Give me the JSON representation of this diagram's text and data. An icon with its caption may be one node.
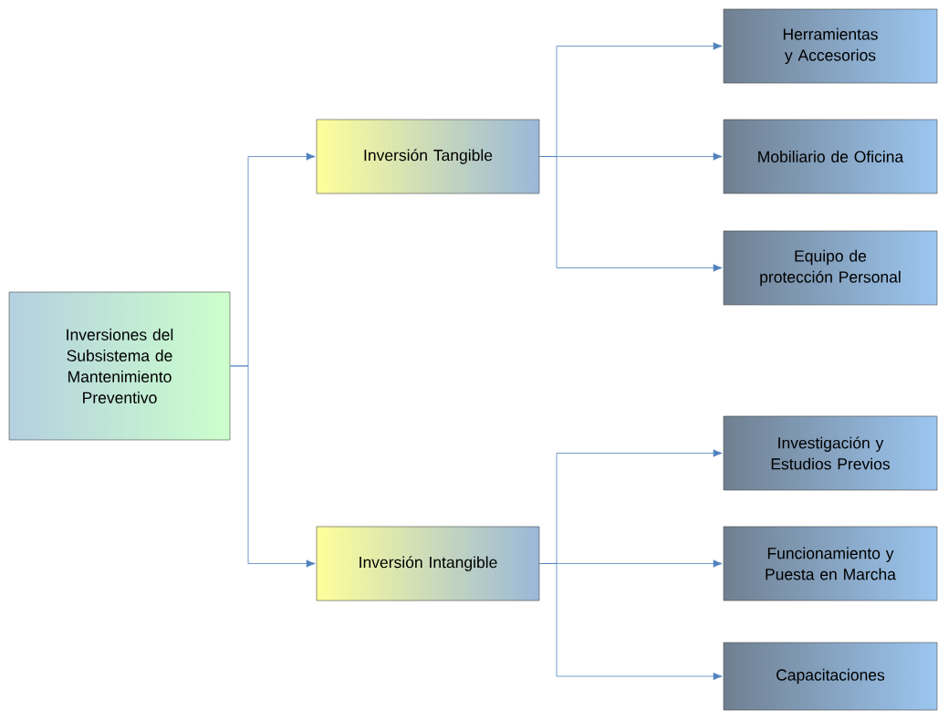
{
  "diagram": {
    "nodes": [
      {
        "text": [
          "Inversiones del Subsistema de Mantenimiento Preventivo"
        ]
      },
      {
        "text": [
          "Inversión Tangible"
        ]
      },
      {
        "text": [
          "Inversión Intangible"
        ]
      },
      {
        "text": [
          "Herramientas y Accesorios"
        ]
      },
      {
        "text": [
          "Mobiliario de Oficina"
        ]
      },
      {
        "text": [
          "Equipo de protección Personal"
        ]
      },
      {
        "text": [
          "Investigación y Estudios Previos"
        ]
      },
      {
        "text": [
          "Funcionamiento y Puesta en Marcha"
        ]
      },
      {
        "text": [
          "Capacitaciones"
        ]
      }
    ],
    "edges": [
      {
        "from": 0,
        "to": 1,
        "arrow": "to"
      },
      {
        "from": 0,
        "to": 2,
        "arrow": "to"
      },
      {
        "from": 1,
        "to": 3,
        "arrow": "to"
      },
      {
        "from": 1,
        "to": 4,
        "arrow": "to"
      },
      {
        "from": 1,
        "to": 5,
        "arrow": "to"
      },
      {
        "from": 2,
        "to": 6,
        "arrow": "to"
      },
      {
        "from": 2,
        "to": 7,
        "arrow": "to"
      },
      {
        "from": 2,
        "to": 8,
        "arrow": "to"
      }
    ]
  }
}
